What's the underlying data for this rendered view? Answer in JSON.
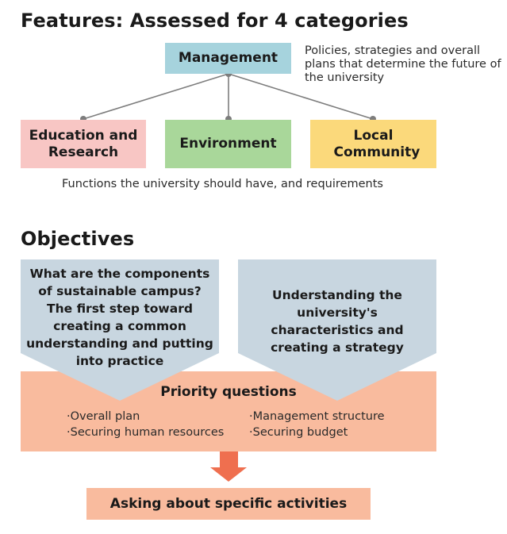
{
  "features": {
    "heading": "Features: Assessed for 4 categories",
    "management": "Management",
    "management_note": "Policies, strategies and overall plans that determine the future of the university",
    "categories": [
      {
        "label": "Education and Research",
        "color": "#f8c6c4"
      },
      {
        "label": "Environment",
        "color": "#a9d79a"
      },
      {
        "label": "Local Community",
        "color": "#fbd97b"
      }
    ],
    "management_color": "#a6d3dd",
    "caption": "Functions the university should have, and requirements"
  },
  "objectives": {
    "heading": "Objectives",
    "left_text": "What are the components of sustainable campus? The first step toward creating a common understanding and putting into practice",
    "right_text": "Understanding the university's characteristics and creating a strategy",
    "arrow_color": "#c8d6e0",
    "priority": {
      "title": "Priority questions",
      "color": "#f9bb9e",
      "items_left": [
        "·Overall plan",
        "·Securing human resources"
      ],
      "items_right": [
        "·Management structure",
        "·Securing budget"
      ]
    },
    "down_arrow_color": "#ef6f4f",
    "activities": "Asking about specific activities",
    "activities_color": "#f9bb9e"
  }
}
